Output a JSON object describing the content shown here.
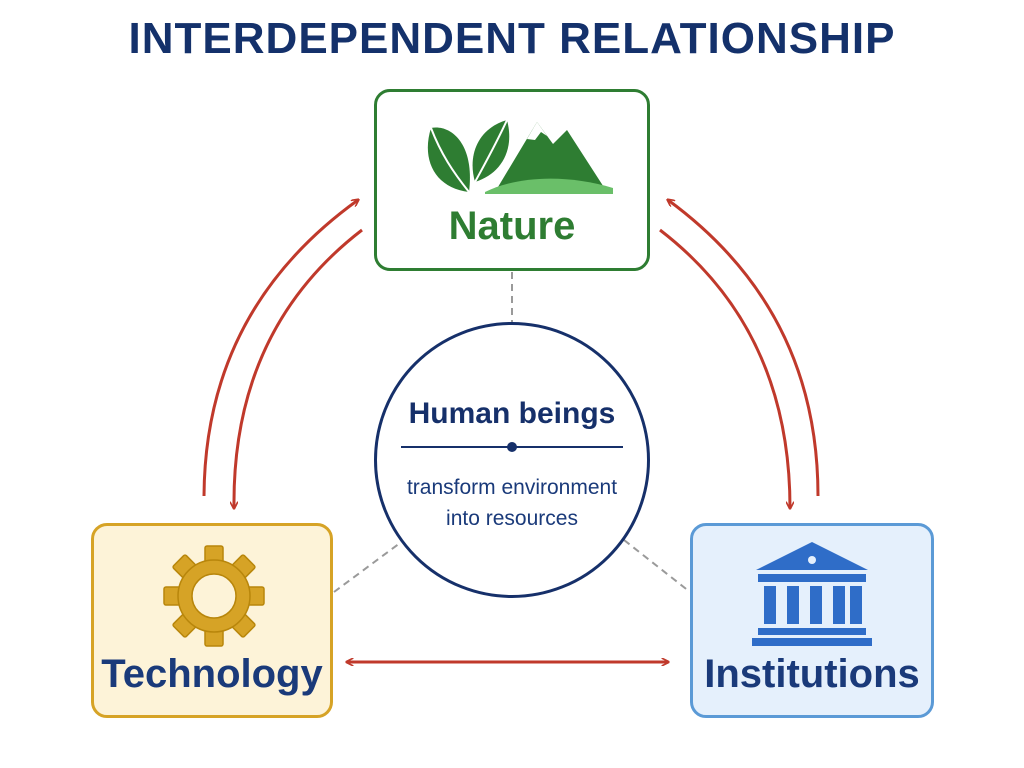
{
  "title": "INTERDEPENDENT RELATIONSHIP",
  "nodes": {
    "nature": {
      "label": "Nature",
      "icon": "leaf-mountain-icon"
    },
    "technology": {
      "label": "Technology",
      "icon": "gear-icon"
    },
    "institutions": {
      "label": "Institutions",
      "icon": "bank-building-icon"
    }
  },
  "center": {
    "title": "Human beings",
    "subtitle_line1": "transform environment",
    "subtitle_line2": "into resources"
  },
  "colors": {
    "title": "#14316b",
    "arrow": "#c0392b",
    "nature": "#2e7d32",
    "technology_border": "#d6a326",
    "technology_fill": "#fdf3d8",
    "institutions_border": "#5b9ad6",
    "institutions_fill": "#e5f0fc",
    "center_border": "#16306a"
  }
}
